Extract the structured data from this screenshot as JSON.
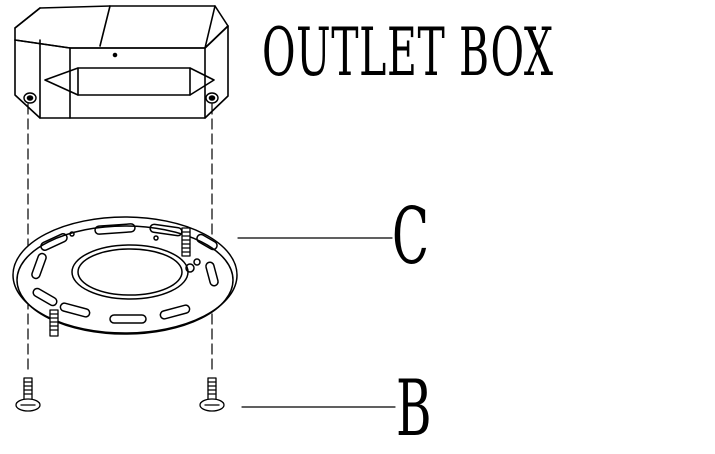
{
  "title": "OUTLET BOX",
  "labels": {
    "bracket": "C",
    "screws": "B"
  },
  "colors": {
    "line": "#000000",
    "background": "#ffffff"
  },
  "icons": [
    "outlet-box-icon",
    "mounting-bracket-icon",
    "screw-icon"
  ]
}
